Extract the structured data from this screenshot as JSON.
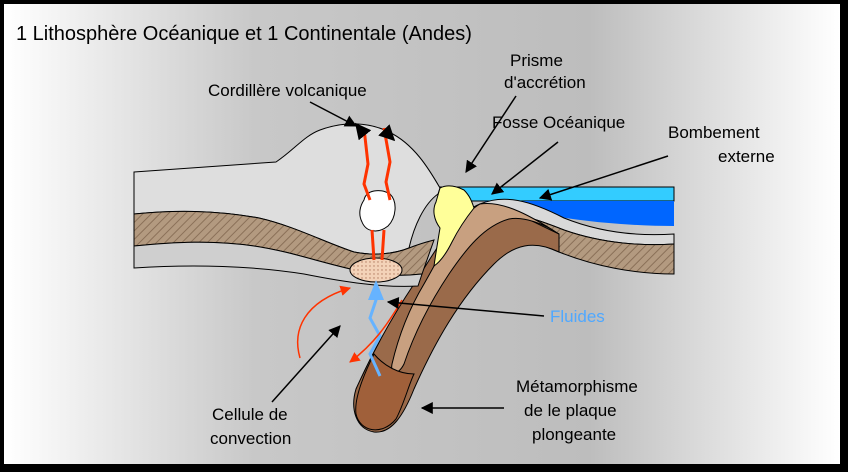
{
  "title": "1 Lithosphère Océanique et 1 Continentale (Andes)",
  "labels": {
    "cordillere": "Cordillère volcanique",
    "prisme_line1": "Prisme",
    "prisme_line2": "d'accrétion",
    "fosse": "Fosse Océanique",
    "bombement_line1": "Bombement",
    "bombement_line2": "externe",
    "fluides": "Fluides",
    "cellule_line1": "Cellule de",
    "cellule_line2": "convection",
    "metamorphisme_line1": "Métamorphisme",
    "metamorphisme_line2": "de le plaque",
    "metamorphisme_line3": "plongeante"
  },
  "colors": {
    "ocean_light": "#33ccff",
    "ocean_deep": "#0066ff",
    "crust_light": "#d9d9d9",
    "lithosphere_brown": "#b09070",
    "slab_dark": "#9a6a4a",
    "magma_red": "#ff3300",
    "prism_yellow": "#ffff99",
    "fluid_blue": "#66b3ff"
  }
}
